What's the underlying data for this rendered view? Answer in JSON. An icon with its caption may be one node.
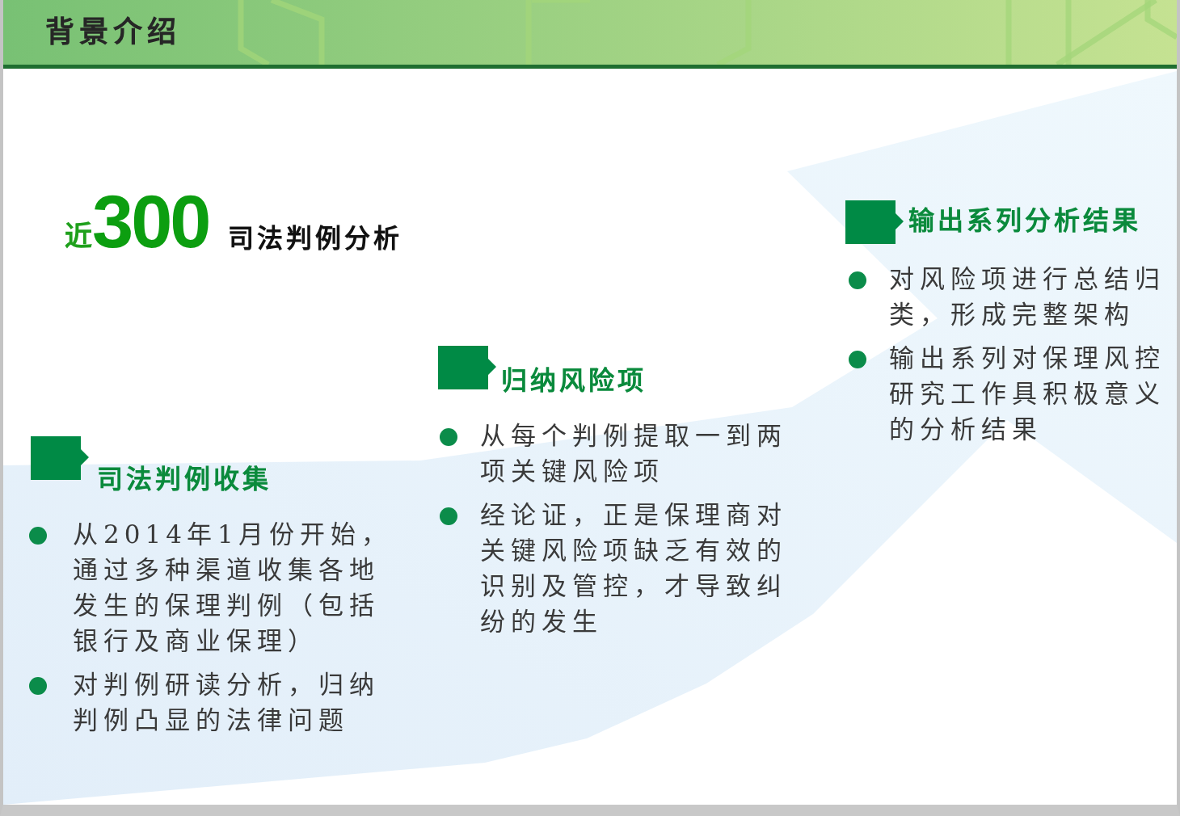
{
  "diagram": {
    "title": "背景介绍",
    "nodes": [
      {
        "text": [
          "司法判例收集",
          "从2014年1月份开始，通过多种渠道收集各地发生的保理判例（包括银行及商业保理）",
          "对判例研读分析，归纳判例凸显的法律问题"
        ]
      },
      {
        "text": [
          "归纳风险项",
          "从每个判例提取一到两项关键风险项",
          "经论证，正是保理商对关键风险项缺乏有效的识别及管控，才导致纠纷的发生"
        ]
      },
      {
        "text": [
          "输出系列分析结果",
          "对风险项进行总结归类，形成完整架构",
          "输出系列对保理风控研究工作具积极意义的分析结果"
        ]
      }
    ],
    "labels": [
      "近",
      "300",
      "司法判例分析"
    ]
  }
}
